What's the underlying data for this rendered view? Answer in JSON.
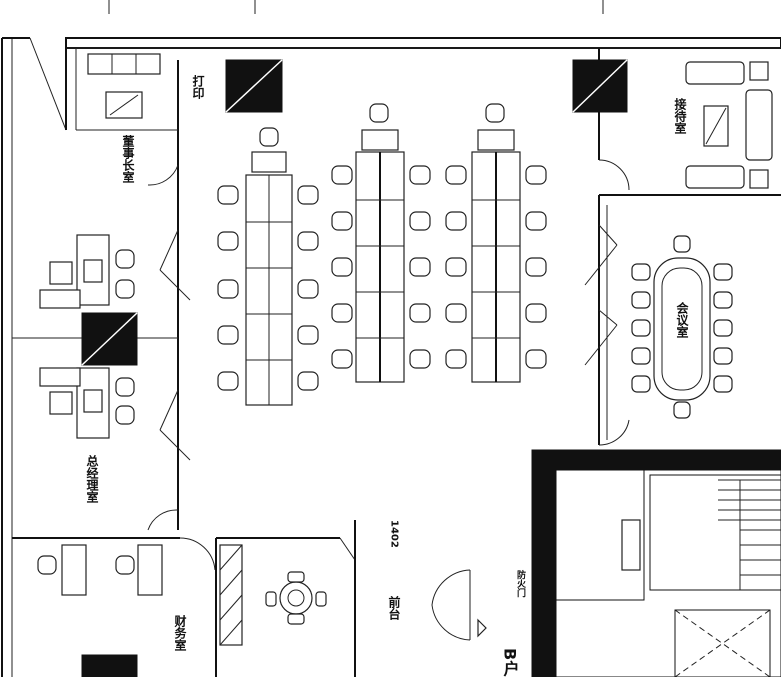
{
  "rooms": {
    "print_room": "打印",
    "chairman_office": "董事长室",
    "general_manager_office": "总经理室",
    "finance_room": "财务室",
    "reception_room": "接待室",
    "meeting_room": "会议室",
    "front_desk": "前台",
    "unit_number": "1402",
    "floor_tag": "B户",
    "door_sign": "防火门"
  }
}
